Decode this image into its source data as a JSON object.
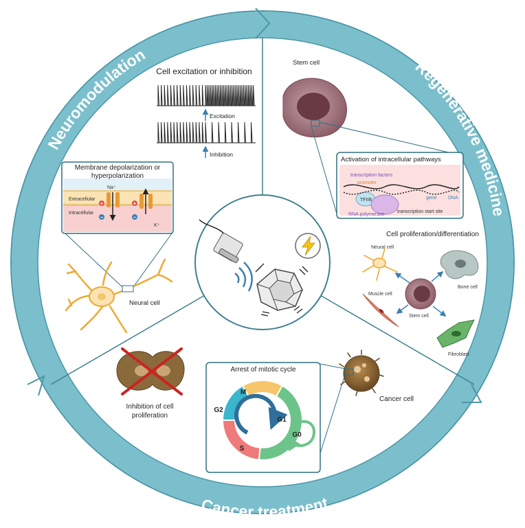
{
  "ring": {
    "neuromodulation": "Neuromodulation",
    "regenerative": "Regenerative medicine",
    "cancer": "Cancer treatment"
  },
  "colors": {
    "ring": "#7bbfcc",
    "ring_dark": "#3d8ea0",
    "sector_line": "#3d7f90",
    "neuron": "#f0a830",
    "stem_cell": "#8a5a64",
    "cancer_cell": "#8a6a3a",
    "phase_m": "#f6c66a",
    "phase_g1": "#6cc48a",
    "phase_s": "#ee7a7a",
    "phase_g2": "#3ab6cf"
  },
  "neuro": {
    "excitation_title": "Cell excitation or inhibition",
    "excitation": "Excitation",
    "inhibition": "Inhibition",
    "membrane_title_1": "Membrane depolarization or",
    "membrane_title_2": "hyperpolarization",
    "na": "Na⁺",
    "k": "K⁺",
    "extracellular": "Extracellular",
    "intracellular": "Intracellular",
    "neural_cell": "Neural cell"
  },
  "regen": {
    "stem_cell": "Stem cell",
    "pathways_title": "Activation of intracellular pathways",
    "transcription_factors": "transcription factors",
    "promoter": "promoter",
    "tfiib": "TFIIB",
    "gene": "gene",
    "dna": "DNA",
    "rna_polymerase": "RNA polymerase",
    "tss": "transcription start site",
    "prolif_title": "Cell proliferation/differentiation",
    "neural_cell": "Neural cell",
    "bone_cell": "Bone cell",
    "muscle_cell": "Muscle cell",
    "stem_cell_small": "Stem cell",
    "fibroblast": "Fibroblast"
  },
  "cancer": {
    "inhibition_1": "Inhibition of cell",
    "inhibition_2": "proliferation",
    "mitotic_title": "Arrest of mitotic cycle",
    "m": "M",
    "g1": "G1",
    "s": "S",
    "g2": "G2",
    "g0": "G0",
    "cancer_cell": "Cancer cell"
  }
}
